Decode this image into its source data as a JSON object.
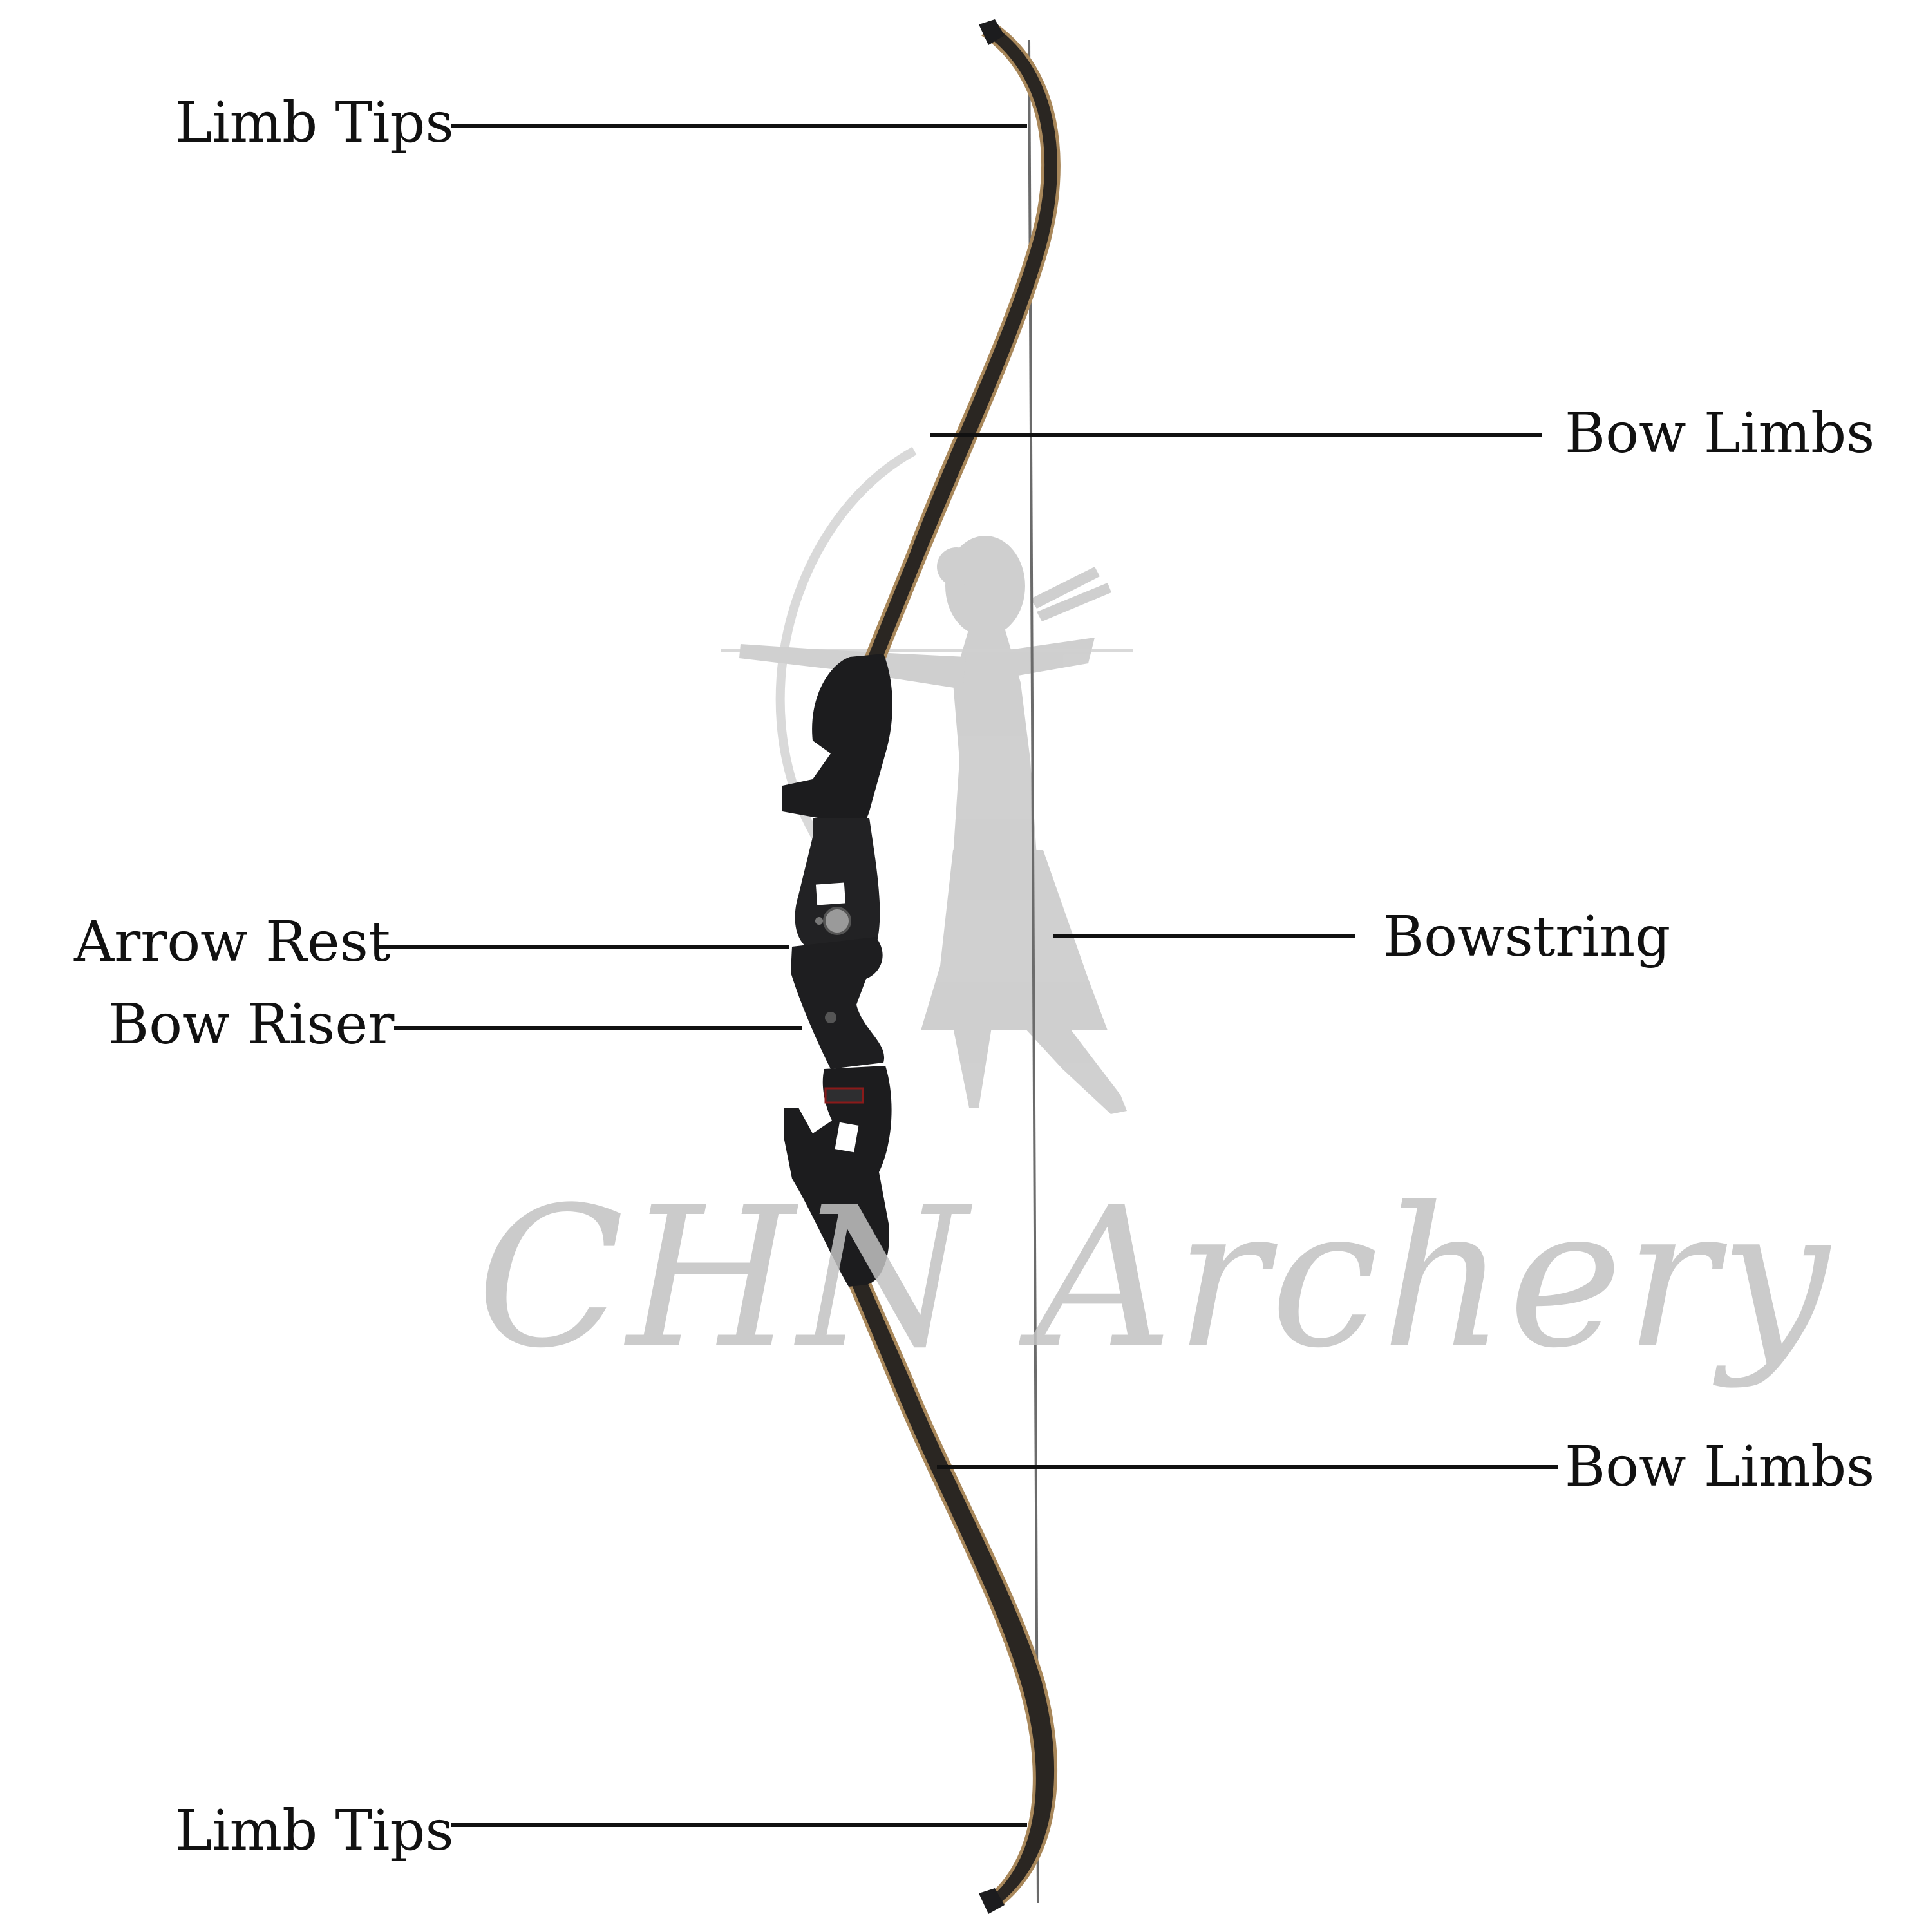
{
  "labels": {
    "limb_tips_top": "Limb Tips",
    "bow_limbs_top": "Bow Limbs",
    "arrow_rest": "Arrow Rest",
    "bow_riser": "Bow Riser",
    "bowstring": "Bowstring",
    "bow_limbs_bottom": "Bow Limbs",
    "limb_tips_bottom": "Limb Tips"
  },
  "watermark": {
    "text": "CHN Archery"
  },
  "colors": {
    "background": "#ffffff",
    "label_text": "#111111",
    "leader_line": "#111111",
    "watermark": "#c2c2c2",
    "riser": "#1c1c1e",
    "limb": "#2a2622",
    "limb_edge": "#a8875a",
    "string": "#6b6b6b"
  },
  "icons": {
    "watermark_figure": "archer-silhouette-icon",
    "riser_badge": "brand-badge-icon",
    "arrow_rest_button": "plunger-icon"
  }
}
